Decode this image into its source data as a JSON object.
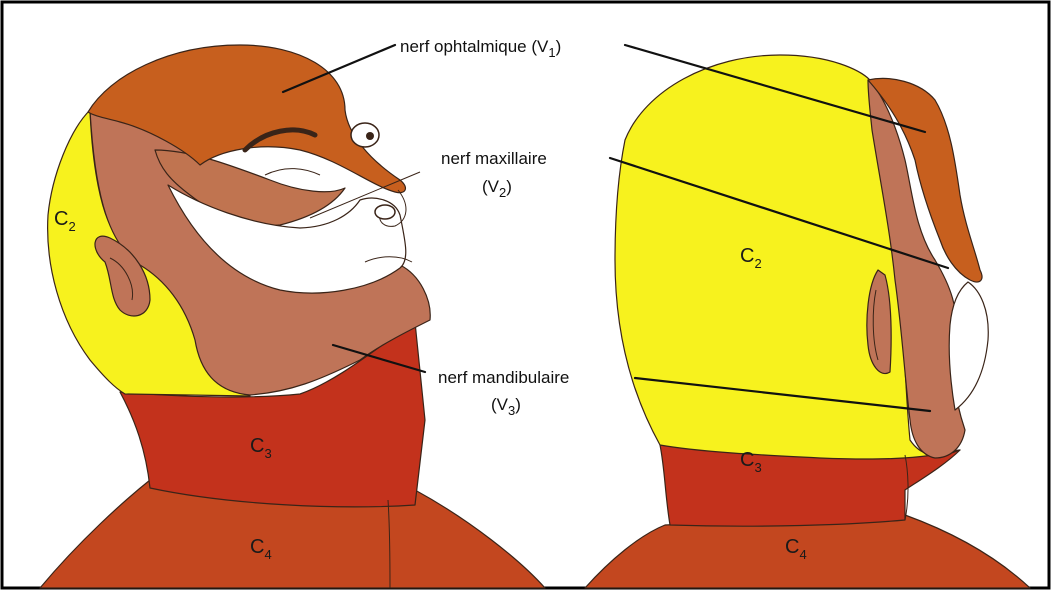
{
  "colors": {
    "c2": "#f7f21e",
    "v1_ophthalmic": "#c75f1e",
    "v2_maxillary": "#c07450",
    "v3_mandibular": "#bf7458",
    "c3": "#c3321c",
    "c4": "#c3471f",
    "outline": "#3a2418",
    "border": "#000000"
  },
  "labels": {
    "ophtalmique": {
      "text": "nerf ophtalmique (V",
      "sub": "1",
      "close": ")"
    },
    "maxillaire": {
      "line1": "nerf maxillaire",
      "line2_text": "(V",
      "line2_sub": "2",
      "line2_close": ")"
    },
    "mandibulaire": {
      "line1": "nerf mandibulaire",
      "line2_text": "(V",
      "line2_sub": "3",
      "line2_close": ")"
    }
  },
  "regions": {
    "left_c2": {
      "base": "C",
      "sub": "2"
    },
    "left_c3": {
      "base": "C",
      "sub": "3"
    },
    "left_c4": {
      "base": "C",
      "sub": "4"
    },
    "right_c2": {
      "base": "C",
      "sub": "2"
    },
    "right_c3": {
      "base": "C",
      "sub": "3"
    },
    "right_c4": {
      "base": "C",
      "sub": "4"
    }
  }
}
